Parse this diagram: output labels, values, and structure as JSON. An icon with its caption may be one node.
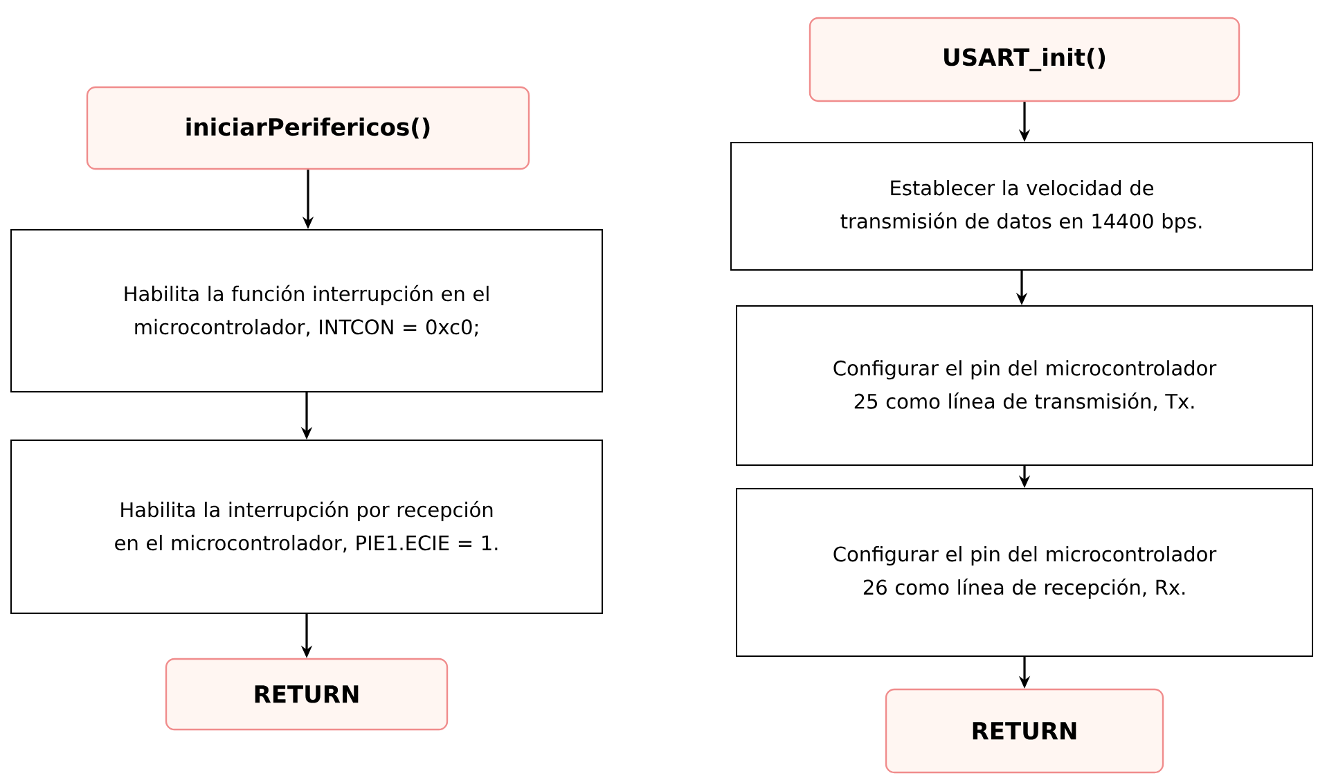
{
  "diagram": {
    "nodes": [
      {
        "text": [
          "iniciarPerifericos()"
        ]
      },
      {
        "text": [
          "Habilita la función interrupción en el microcontrolador, INTCON = 0xc0;"
        ]
      },
      {
        "text": [
          "Habilita la interrupción por recepción en el microcontrolador, PIE1.ECIE = 1."
        ]
      },
      {
        "text": [
          "RETURN"
        ]
      },
      {
        "text": [
          "USART_init()"
        ]
      },
      {
        "text": [
          "Establecer la velocidad de transmisión de datos  en  14400 bps."
        ]
      },
      {
        "text": [
          "Configurar el pin del microcontrolador 25 como línea de transmisión, Tx."
        ]
      },
      {
        "text": [
          "Configurar el pin del microcontrolador 26 como línea de recepción, Rx."
        ]
      },
      {
        "text": [
          "RETURN"
        ]
      }
    ],
    "edges": [
      {
        "from": 0,
        "to": 1,
        "arrow": "to"
      },
      {
        "from": 1,
        "to": 2,
        "arrow": "to"
      },
      {
        "from": 2,
        "to": 3,
        "arrow": "to"
      },
      {
        "from": 4,
        "to": 5,
        "arrow": "to"
      },
      {
        "from": 5,
        "to": 6,
        "arrow": "to"
      },
      {
        "from": 6,
        "to": 7,
        "arrow": "to"
      },
      {
        "from": 7,
        "to": 8,
        "arrow": "to"
      }
    ]
  }
}
